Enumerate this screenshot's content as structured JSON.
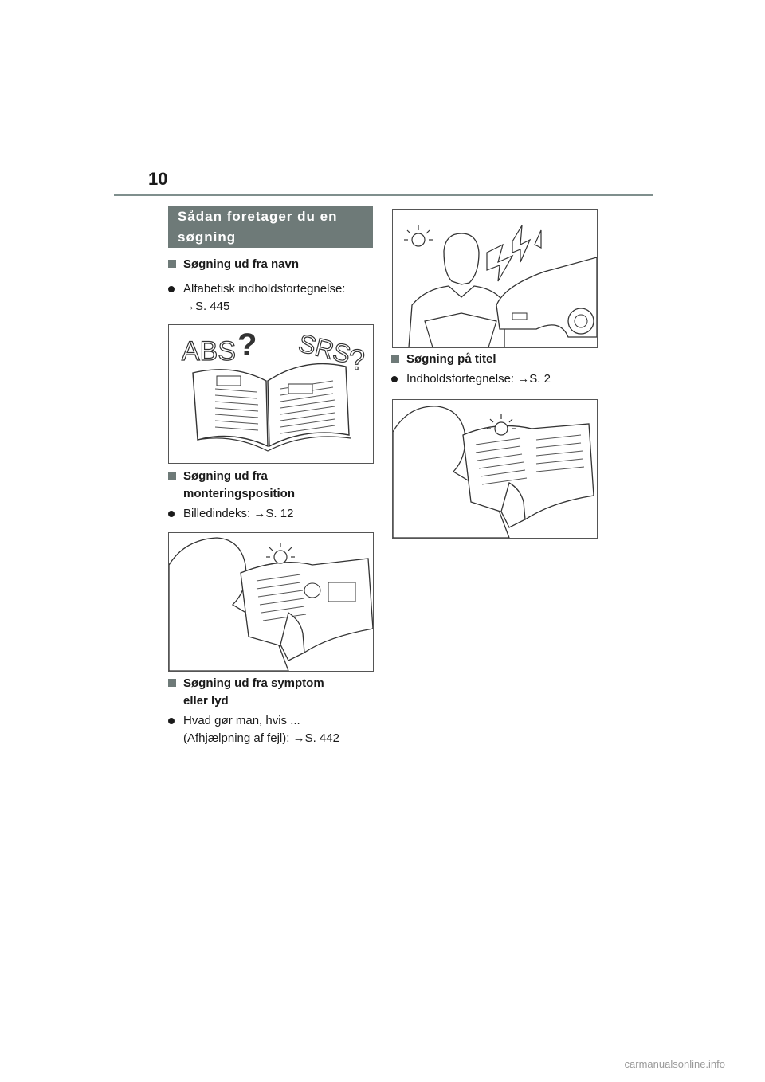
{
  "page_number": "10",
  "section_title_line1": "Sådan foretager du en",
  "section_title_line2": "søgning",
  "left": {
    "s1_title": "Søgning ud fra navn",
    "s1_item_line1": "Alfabetisk indholdsfortegnelse:",
    "s1_item_line2": "→S. 445",
    "fig1_text_abs": "ABS",
    "fig1_text_srs": "SRS",
    "s2_title_line1": "Søgning ud fra",
    "s2_title_line2": "monteringsposition",
    "s2_item": "Billedindeks: →S. 12",
    "s3_title_line1": "Søgning ud fra symptom",
    "s3_title_line2": "eller lyd",
    "s3_item_line1": "Hvad gør man, hvis ...",
    "s3_item_line2": "(Afhjælpning af fejl): →S. 442"
  },
  "right": {
    "s4_title": "Søgning på titel",
    "s4_item": "Indholdsfortegnelse: →S. 2"
  },
  "watermark": "carmanualsonline.info"
}
